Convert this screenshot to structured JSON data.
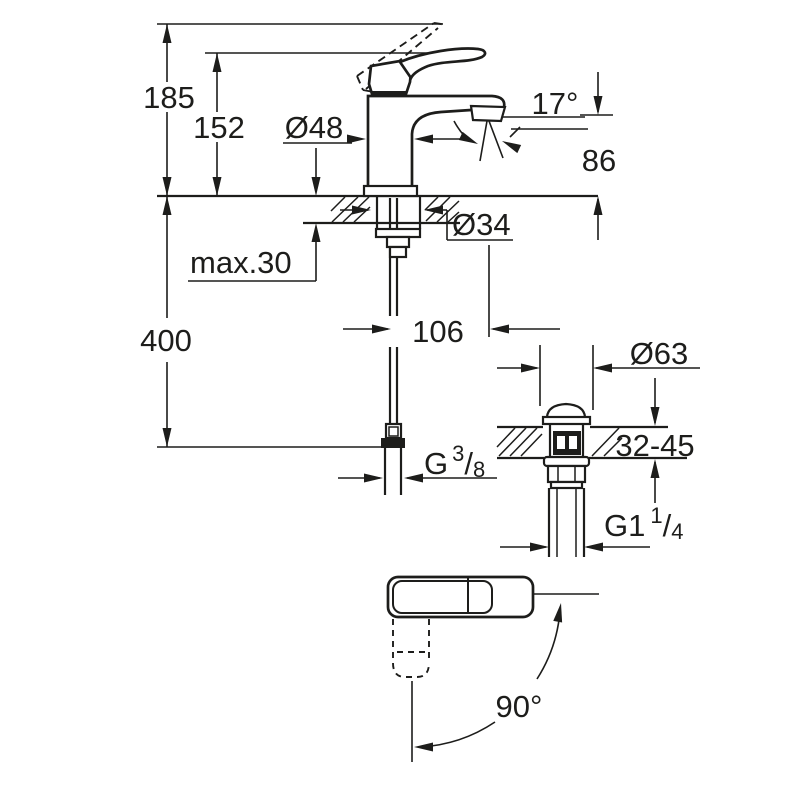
{
  "diagram": {
    "type": "technical-dimension-drawing",
    "subject": "single-lever basin mixer faucet with pop-up waste",
    "colors": {
      "ink": "#1d1d1b",
      "background": "#ffffff"
    },
    "labels": {
      "total_height": "185",
      "lever_height": "152",
      "body_diameter": "Ø48",
      "stream_angle": "17°",
      "spout_height": "86",
      "max_mounting_thickness": "max.30",
      "hole_diameter": "Ø34",
      "hose_length": "400",
      "spout_reach": "106",
      "waste_flange_diameter": "Ø63",
      "mounting_range": "32-45",
      "swivel_angle": "90°",
      "supply_thread": {
        "prefix": "G",
        "numerator": "3",
        "slash": "/",
        "denominator": "8"
      },
      "waste_thread": {
        "prefix": "G1",
        "numerator": "1",
        "slash": "/",
        "denominator": "4"
      }
    }
  }
}
